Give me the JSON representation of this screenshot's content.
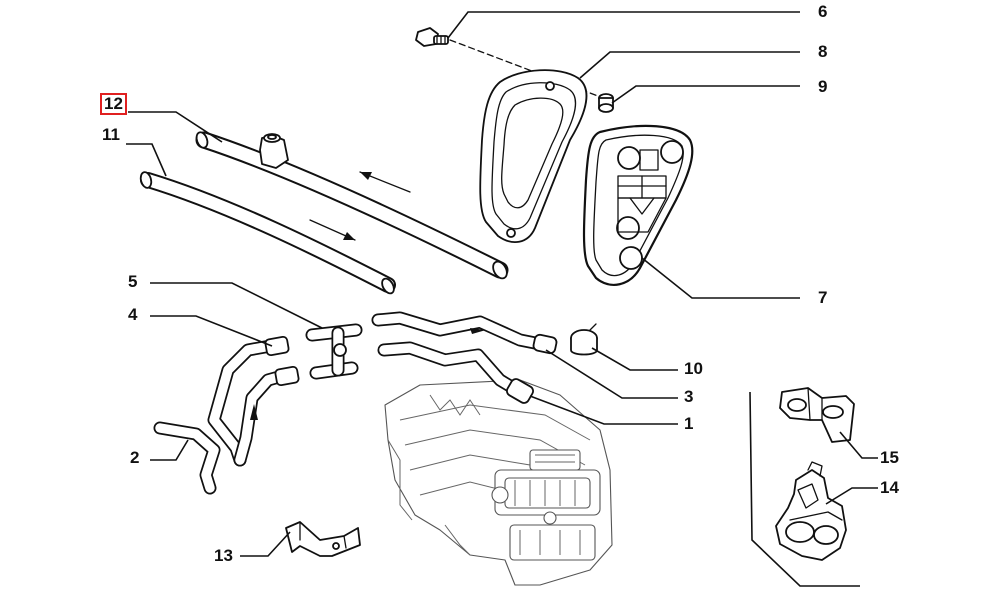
{
  "callouts": {
    "c1": "1",
    "c2": "2",
    "c3": "3",
    "c4": "4",
    "c5": "5",
    "c6": "6",
    "c7": "7",
    "c8": "8",
    "c9": "9",
    "c10": "10",
    "c11": "11",
    "c12": "12",
    "c13": "13",
    "c14": "14",
    "c15": "15"
  },
  "highlight": {
    "callout": "12",
    "color": "#e02020"
  }
}
